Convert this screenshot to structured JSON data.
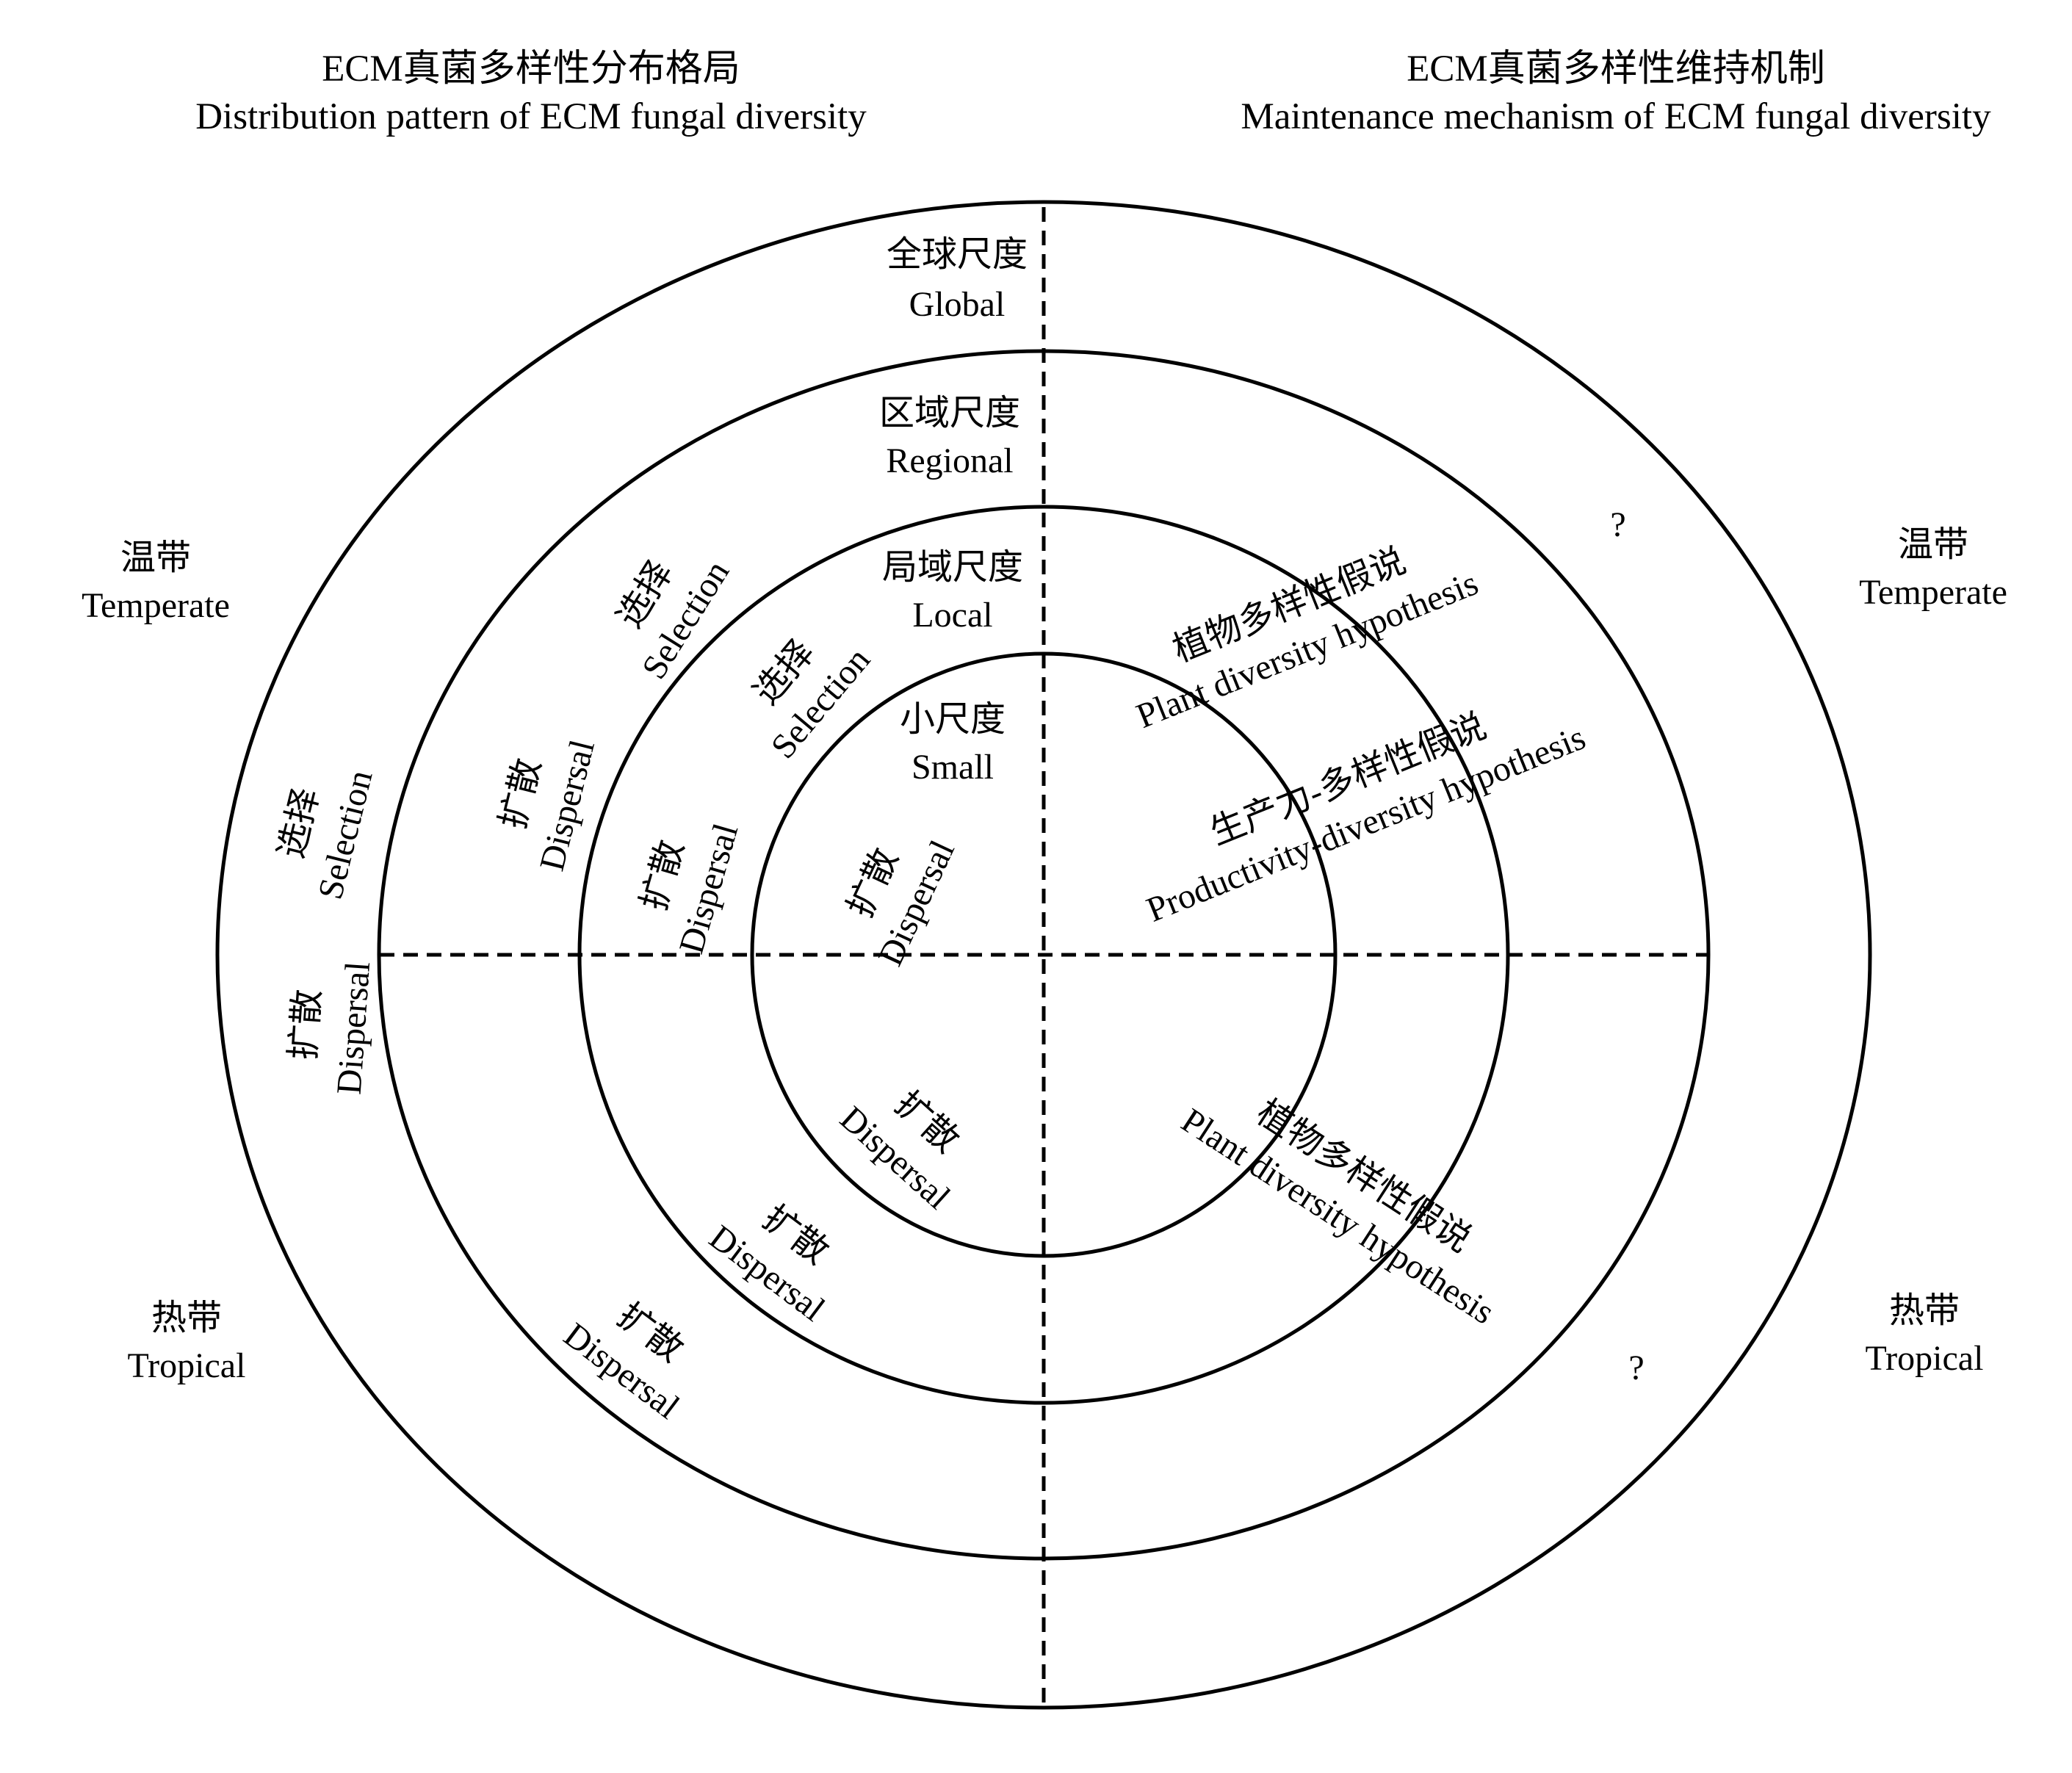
{
  "headers": {
    "left_cn": "ECM真菌多样性分布格局",
    "left_en": "Distribution pattern of ECM fungal diversity",
    "right_cn": "ECM真菌多样性维持机制",
    "right_en": "Maintenance mechanism of ECM fungal diversity"
  },
  "scales": {
    "global_cn": "全球尺度",
    "global_en": "Global",
    "regional_cn": "区域尺度",
    "regional_en": "Regional",
    "local_cn": "局域尺度",
    "local_en": "Local",
    "small_cn": "小尺度",
    "small_en": "Small"
  },
  "zones": {
    "temperate_cn": "温带",
    "temperate_en": "Temperate",
    "tropical_cn": "热带",
    "tropical_en": "Tropical"
  },
  "processes": {
    "selection_cn": "选择",
    "selection_en": "Selection",
    "dispersal_cn": "扩散",
    "dispersal_en": "Dispersal"
  },
  "hypotheses": {
    "plant_cn": "植物多样性假说",
    "plant_en": "Plant diversity hypothesis",
    "productivity_cn": "生产力-多样性假说",
    "productivity_en": "Productivity-diversity hypothesis"
  },
  "unknown_mark": "?"
}
